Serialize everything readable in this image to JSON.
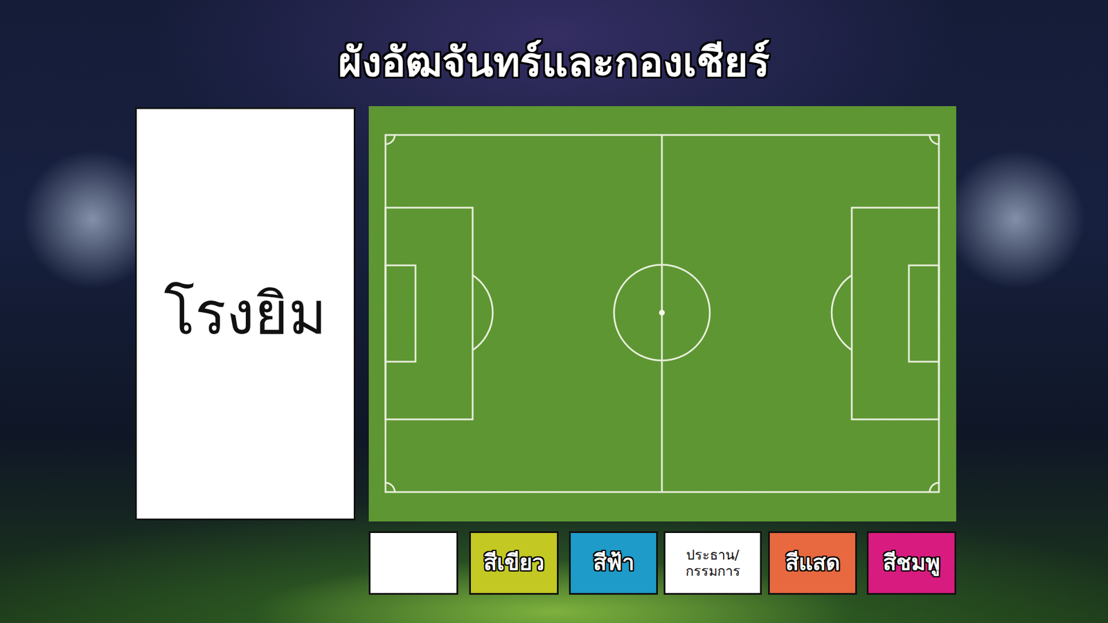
{
  "diagram": {
    "title": "ผังอัฒจันทร์และกองเชียร์",
    "nodes": [
      {
        "text": [
          "โรงยิม"
        ]
      },
      {
        "text": [
          "สีเขียว"
        ]
      },
      {
        "text": [
          "สีฟ้า"
        ]
      },
      {
        "text": [
          "ประธาน/ กรรมการ"
        ]
      },
      {
        "text": [
          "สีแสด"
        ]
      },
      {
        "text": [
          "สีชมพู"
        ]
      }
    ]
  }
}
